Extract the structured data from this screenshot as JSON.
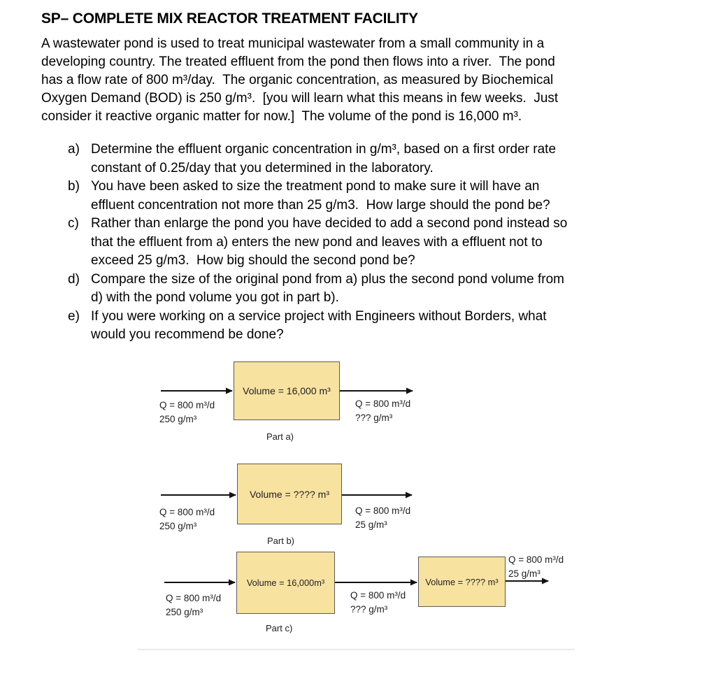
{
  "document": {
    "title": "SP– COMPLETE MIX REACTOR TREATMENT FACILITY",
    "intro": "A wastewater pond is used to treat municipal wastewater from a small community in a\ndeveloping country. The treated effluent from the pond then flows into a river.  The pond\nhas a flow rate of 800 m³/day.  The organic concentration, as measured by Biochemical\nOxygen Demand (BOD) is 250 g/m³.  [you will learn what this means in few weeks.  Just\nconsider it reactive organic matter for now.]  The volume of the pond is 16,000 m³.",
    "questions": [
      {
        "label": "a)",
        "text": "Determine the effluent organic concentration in g/m³, based on a first order rate\nconstant of 0.25/day that you determined in the laboratory."
      },
      {
        "label": "b)",
        "text": "You have been asked to size the treatment pond to make sure it will have an\neffluent concentration not more than 25 g/m3.  How large should the pond be?"
      },
      {
        "label": "c)",
        "text": "Rather than enlarge the pond you have decided to add a second pond instead so\nthat the effluent from a) enters the new pond and leaves with a effluent not to\nexceed 25 g/m3.  How big should the second pond be?"
      },
      {
        "label": "d)",
        "text": "Compare the size of the original pond from a) plus the second pond volume from\nd) with the pond volume you got in part b)."
      },
      {
        "label": "e)",
        "text": "If you were working on a service project with Engineers without Borders, what\nwould you recommend be done?"
      }
    ]
  },
  "diagrams": {
    "box_fill": "#f8e2a0",
    "box_border": "#5a5a5a",
    "arrow_color": "#111111",
    "part_a": {
      "caption": "Part a)",
      "inflow": "Q = 800 m³/d\n250 g/m³",
      "box_label": "Volume = 16,000 m³",
      "outflow": "Q = 800 m³/d\n??? g/m³"
    },
    "part_b": {
      "caption": "Part b)",
      "inflow": "Q = 800 m³/d\n250 g/m³",
      "box_label": "Volume = ???? m³",
      "outflow": "Q = 800 m³/d\n25 g/m³"
    },
    "part_c": {
      "caption": "Part c)",
      "inflow": "Q = 800 m³/d\n250 g/m³",
      "box1_label": "Volume = 16,000m³",
      "between": "Q = 800 m³/d\n??? g/m³",
      "box2_label": "Volume = ???? m³",
      "outflow": "Q = 800 m³/d\n25 g/m³"
    }
  }
}
